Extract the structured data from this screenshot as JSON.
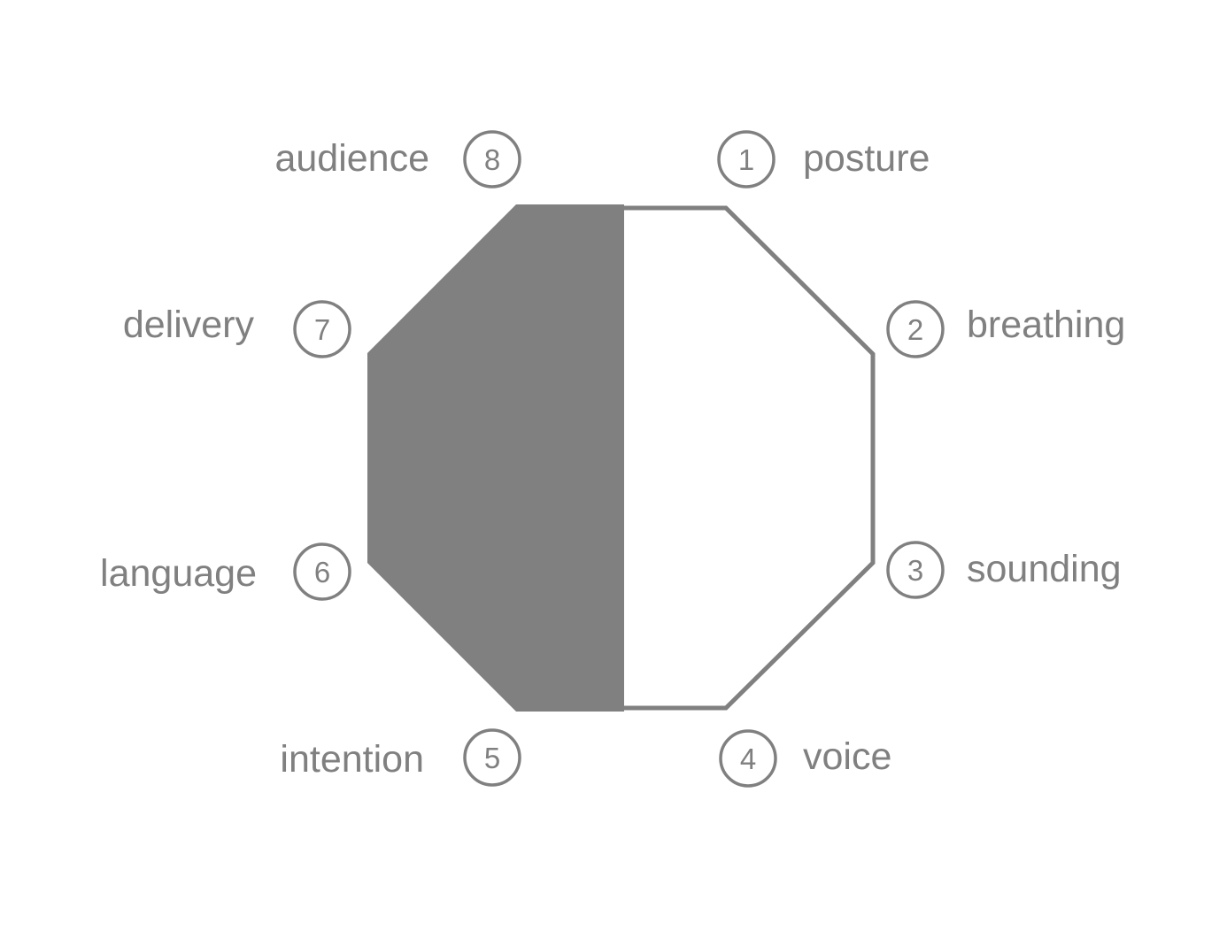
{
  "colors": {
    "shade": "#808080",
    "outline": "#808080",
    "text": "#808080",
    "background": "#ffffff"
  },
  "nodes": [
    {
      "number": "1",
      "label": "posture"
    },
    {
      "number": "2",
      "label": "breathing"
    },
    {
      "number": "3",
      "label": "sounding"
    },
    {
      "number": "4",
      "label": "voice"
    },
    {
      "number": "5",
      "label": "intention"
    },
    {
      "number": "6",
      "label": "language"
    },
    {
      "number": "7",
      "label": "delivery"
    },
    {
      "number": "8",
      "label": "audience"
    }
  ]
}
